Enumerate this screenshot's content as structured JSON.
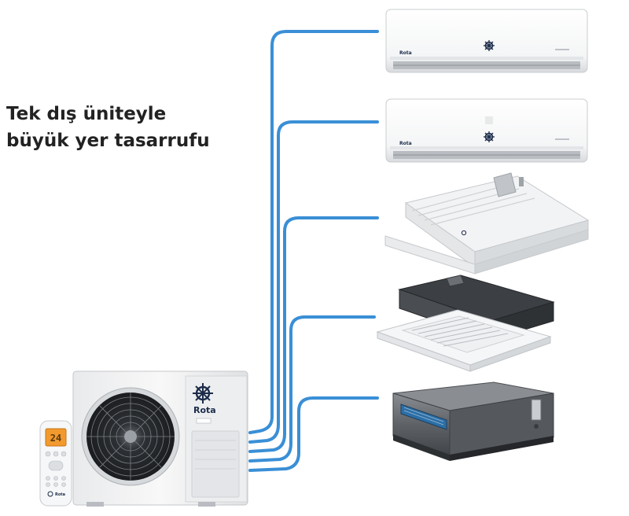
{
  "headline": {
    "line1": "Tek dış üniteyle",
    "line2": "büyük yer tasarrufu"
  },
  "brand": {
    "name": "Rota",
    "pipe_color": "#3a8fd6"
  },
  "remote": {
    "display": "24"
  },
  "icons": {
    "logo": "ship-wheel-icon",
    "fan": "fan-icon"
  }
}
